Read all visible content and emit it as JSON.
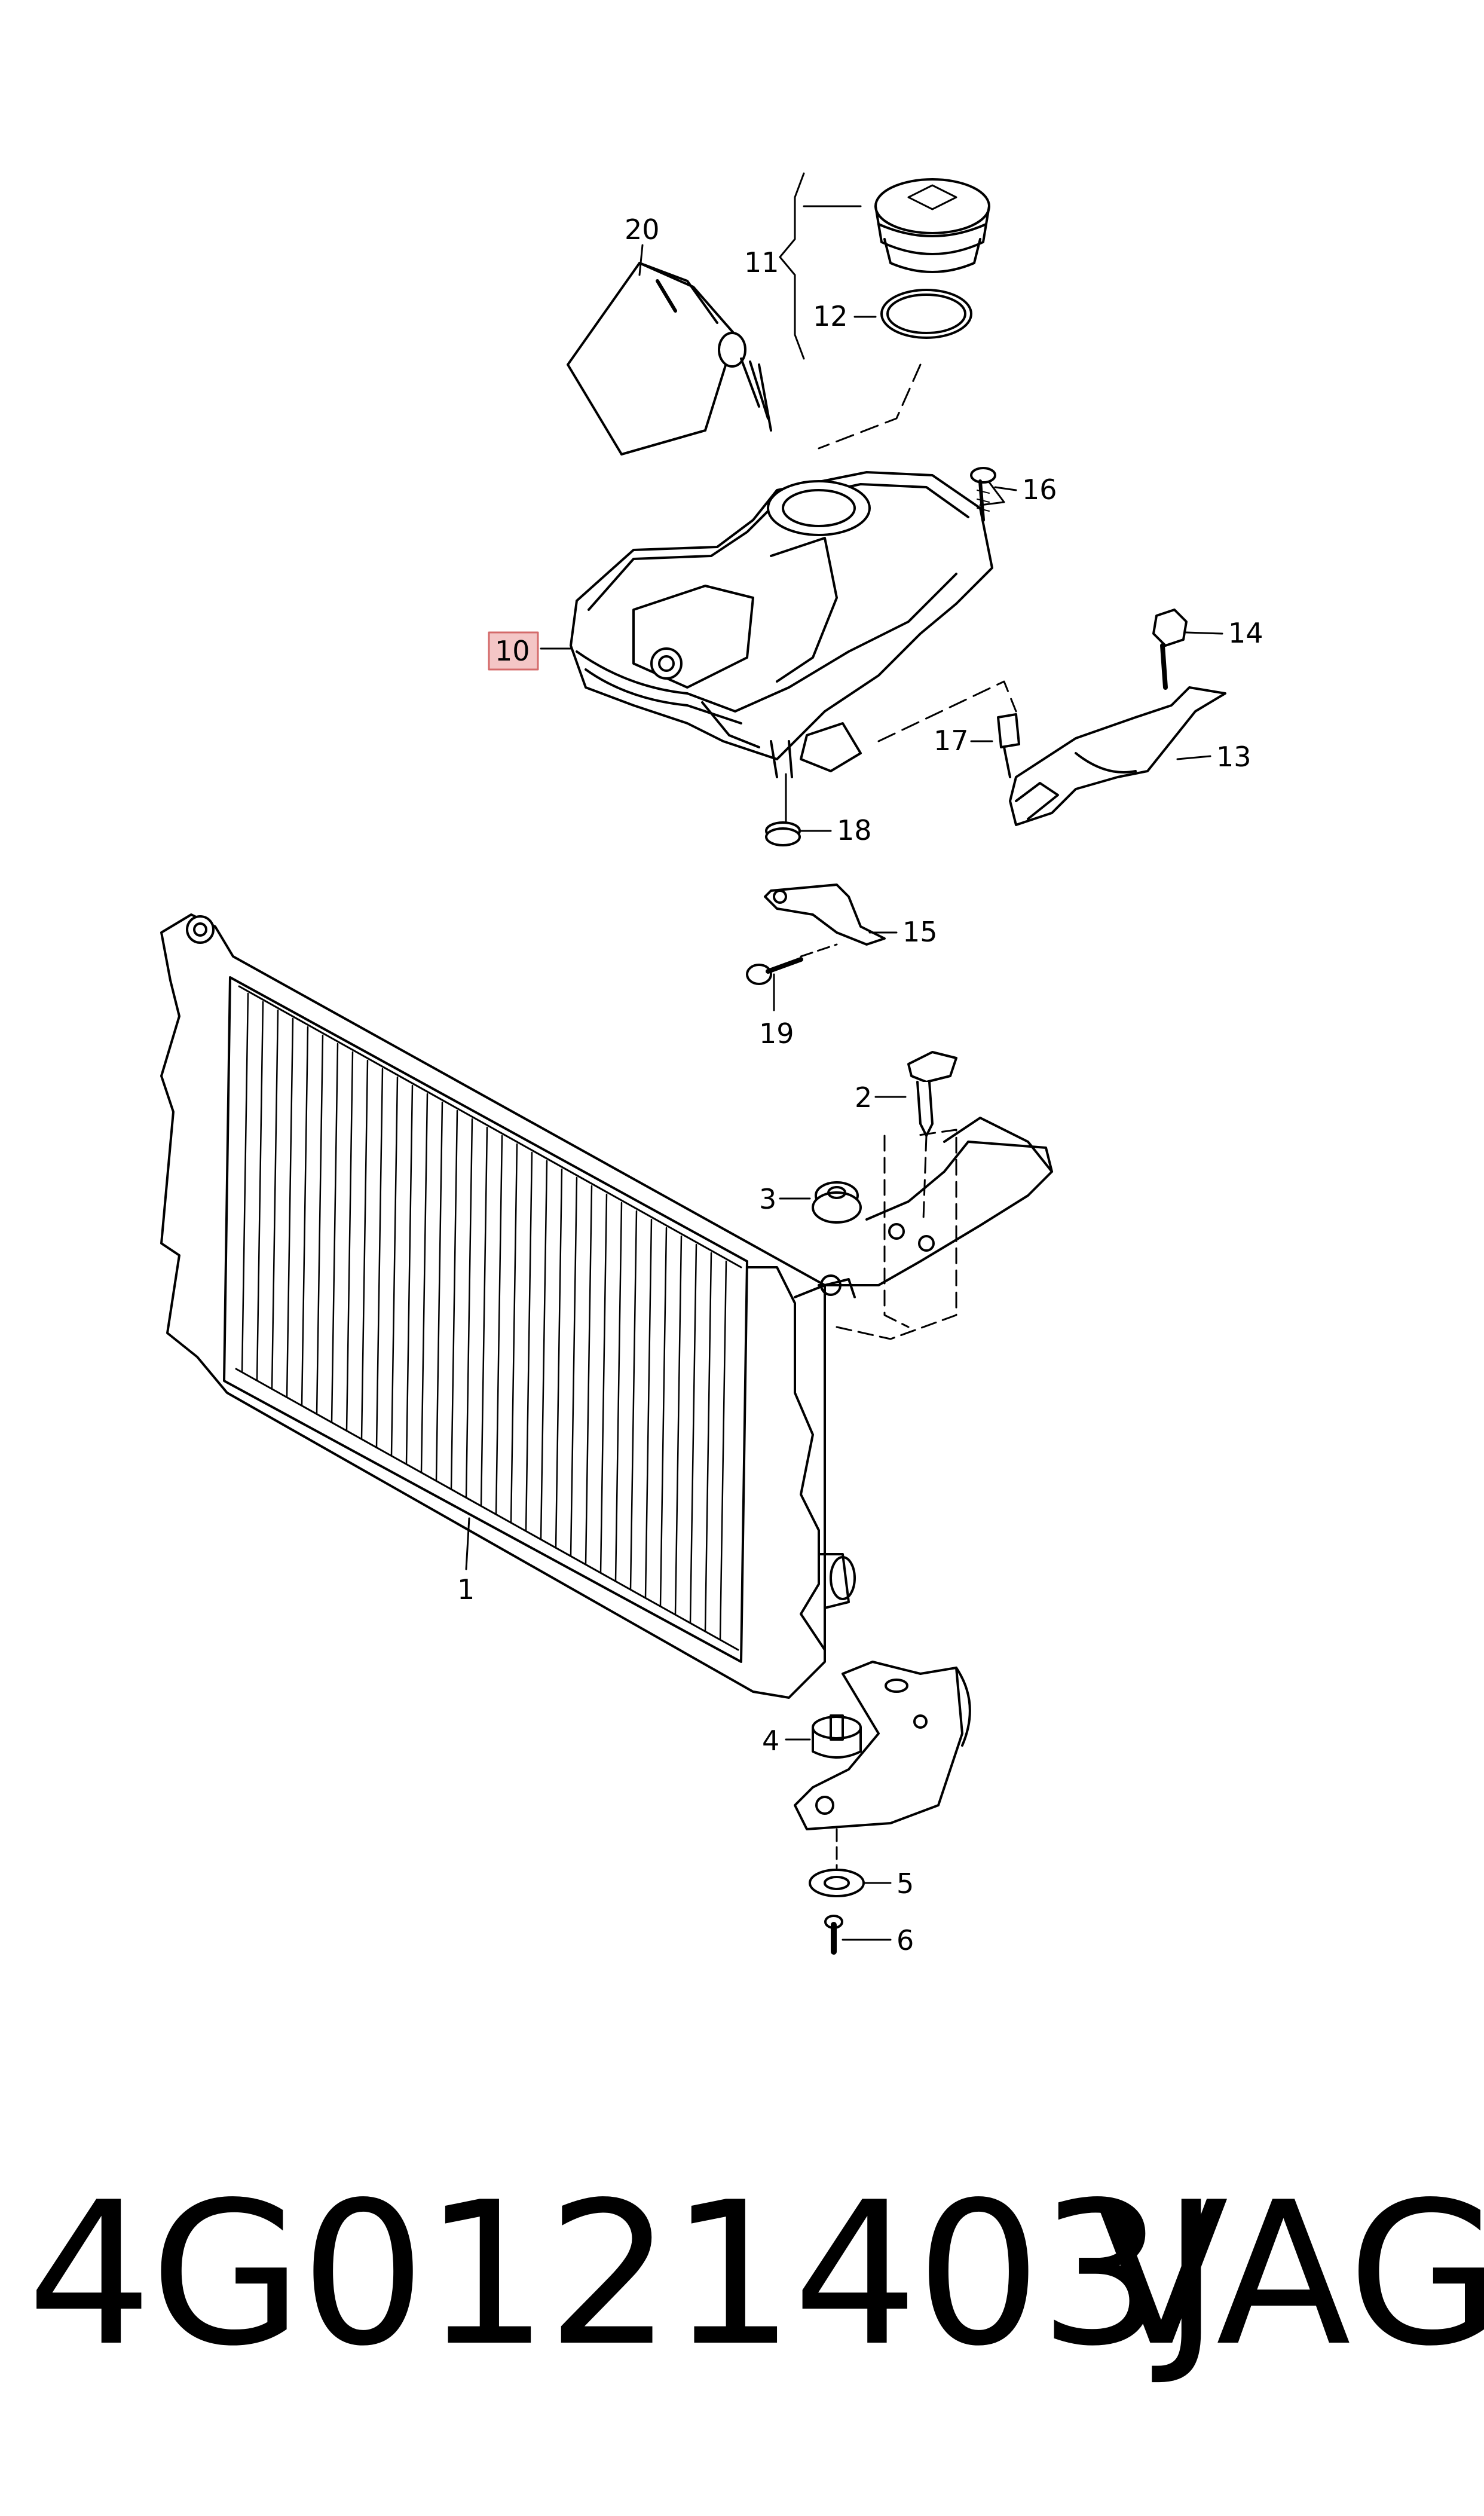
{
  "diagram": {
    "callouts": [
      {
        "id": "20",
        "label": "20"
      },
      {
        "id": "11",
        "label": "11"
      },
      {
        "id": "12",
        "label": "12"
      },
      {
        "id": "16",
        "label": "16"
      },
      {
        "id": "14",
        "label": "14"
      },
      {
        "id": "10",
        "label": "10",
        "highlighted": true
      },
      {
        "id": "17",
        "label": "17"
      },
      {
        "id": "13",
        "label": "13"
      },
      {
        "id": "18",
        "label": "18"
      },
      {
        "id": "15",
        "label": "15"
      },
      {
        "id": "19",
        "label": "19"
      },
      {
        "id": "2",
        "label": "2"
      },
      {
        "id": "3",
        "label": "3"
      },
      {
        "id": "1",
        "label": "1"
      },
      {
        "id": "4",
        "label": "4"
      },
      {
        "id": "5",
        "label": "5"
      },
      {
        "id": "6",
        "label": "6"
      }
    ],
    "highlight_color": "#f4c6c6",
    "highlight_border": "#d46a6a"
  },
  "footer": {
    "part_number": "4G0121403J",
    "brand": "VAG"
  }
}
